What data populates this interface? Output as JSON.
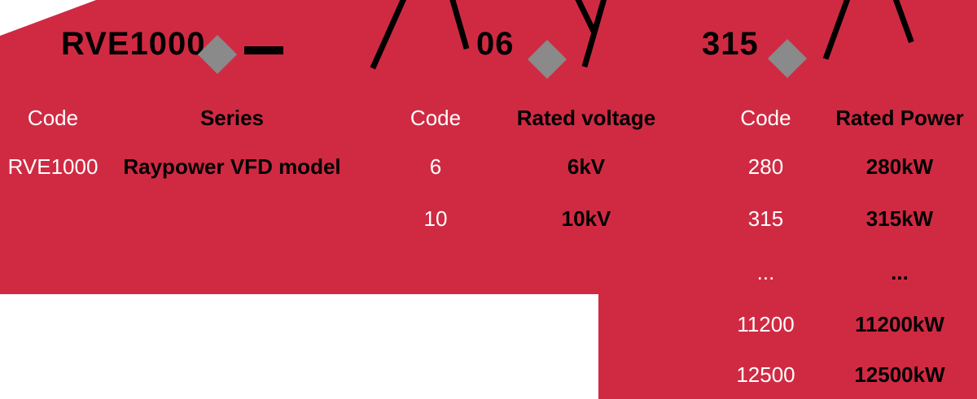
{
  "colors": {
    "background": "#d02a43",
    "diamond": "#8a8a8a",
    "dark_text": "#000000",
    "light_text": "#ffffff"
  },
  "model_code": {
    "segment_1": "RVE1000",
    "segment_2": "06",
    "segment_3": "315",
    "separator_icon": "diamond"
  },
  "columns": [
    {
      "code_header": "Code",
      "desc_header": "Series",
      "rows": [
        {
          "code": "RVE1000",
          "desc": "Raypower VFD model"
        }
      ]
    },
    {
      "code_header": "Code",
      "desc_header": "Rated voltage",
      "rows": [
        {
          "code": "6",
          "desc": "6kV"
        },
        {
          "code": "10",
          "desc": "10kV"
        }
      ]
    },
    {
      "code_header": "Code",
      "desc_header": "Rated Power",
      "rows": [
        {
          "code": "280",
          "desc": "280kW"
        },
        {
          "code": "315",
          "desc": "315kW"
        },
        {
          "code": "...",
          "desc": "..."
        },
        {
          "code": "11200",
          "desc": "11200kW"
        },
        {
          "code": "12500",
          "desc": "12500kW"
        }
      ]
    }
  ]
}
